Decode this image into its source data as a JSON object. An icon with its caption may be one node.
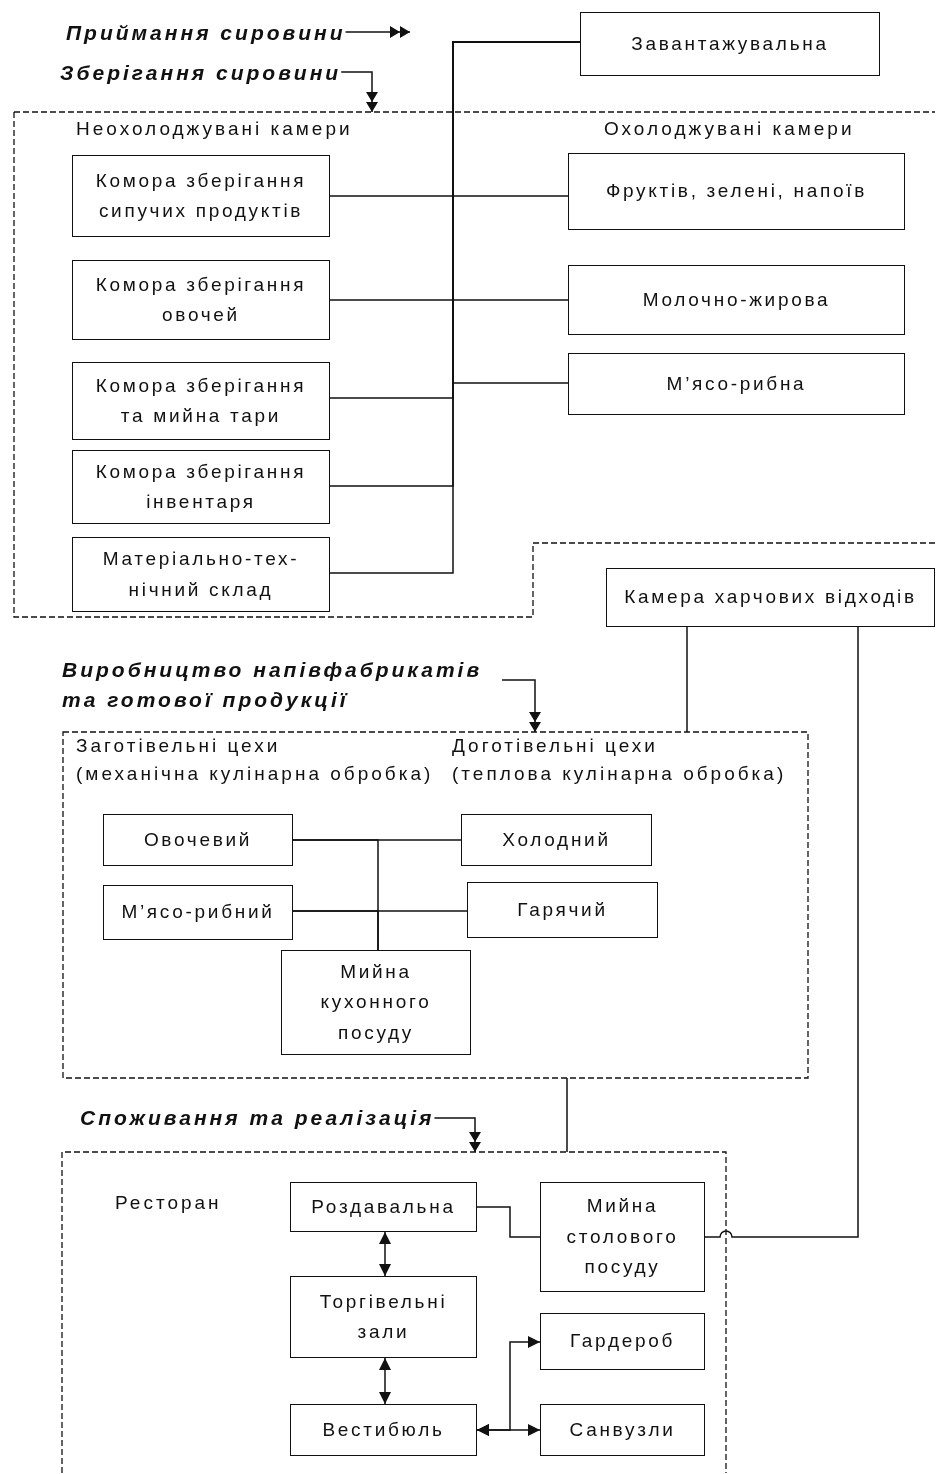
{
  "diagram": {
    "nodes": [
      {
        "text": [
          "Приймання сировини"
        ]
      },
      {
        "text": [
          "Зберігання сировини"
        ]
      },
      {
        "text": [
          "Неохолоджувані камери",
          "Охолоджувані камери"
        ]
      },
      {
        "text": [
          "Завантажувальна"
        ]
      },
      {
        "text": [
          "Комора зберігання сипучих продуктів"
        ],
        "in": 2
      },
      {
        "text": [
          "Комора зберігання овочей"
        ],
        "in": 2
      },
      {
        "text": [
          "Комора зберігання та мийна тари"
        ],
        "in": 2
      },
      {
        "text": [
          "Комора зберігання інвентаря"
        ],
        "in": 2
      },
      {
        "text": [
          "Матеріально-тех- нічний склад"
        ],
        "in": 2
      },
      {
        "text": [
          "Фруктів, зелені, напоїв"
        ],
        "in": 2
      },
      {
        "text": [
          "Молочно-жирова"
        ],
        "in": 2
      },
      {
        "text": [
          "М’ясо-рибна"
        ],
        "in": 2
      },
      {
        "text": [
          "Камера харчових відходів"
        ]
      },
      {
        "text": [
          "Виробництво напівфабрикатів та готової продукції"
        ]
      },
      {
        "text": [
          "Заготівельні цехи",
          "(механічна кулінарна обробка)",
          "Доготівельні цехи",
          "(теплова кулінарна обробка)"
        ]
      },
      {
        "text": [
          "Овочевий"
        ],
        "in": 14
      },
      {
        "text": [
          "М’ясо-рибний"
        ],
        "in": 14
      },
      {
        "text": [
          "Холодний"
        ],
        "in": 14
      },
      {
        "text": [
          "Гарячий"
        ],
        "in": 14
      },
      {
        "text": [
          "Мийна кухонного посуду"
        ],
        "in": 14
      },
      {
        "text": [
          "Споживання та реалізація"
        ]
      },
      {
        "text": [
          "Ресторан"
        ]
      },
      {
        "text": [
          "Роздавальна"
        ],
        "in": 21
      },
      {
        "text": [
          "Мийна столового посуду"
        ],
        "in": 21
      },
      {
        "text": [
          "Торгівельні зали"
        ],
        "in": 21
      },
      {
        "text": [
          "Гардероб"
        ],
        "in": 21
      },
      {
        "text": [
          "Вестибюль"
        ],
        "in": 21
      },
      {
        "text": [
          "Санвузли"
        ],
        "in": 21
      }
    ],
    "edges": [
      {
        "from": 0,
        "to": null,
        "arrow": "to"
      },
      {
        "from": 1,
        "to": 2,
        "arrow": "to"
      },
      {
        "from": 3,
        "to": 6,
        "arrow": "none"
      },
      {
        "from": 3,
        "to": 11,
        "arrow": "none"
      },
      {
        "from": 3,
        "to": 7,
        "arrow": "none"
      },
      {
        "from": 3,
        "to": 8,
        "arrow": "none"
      },
      {
        "from": 4,
        "to": 9,
        "arrow": "none"
      },
      {
        "from": 5,
        "to": 10,
        "arrow": "none"
      },
      {
        "from": 12,
        "to": 14,
        "arrow": "none"
      },
      {
        "from": 12,
        "to": 23,
        "arrow": "none"
      },
      {
        "from": 13,
        "to": 14,
        "arrow": "to"
      },
      {
        "from": 15,
        "to": 17,
        "arrow": "none"
      },
      {
        "from": 16,
        "to": 18,
        "arrow": "none"
      },
      {
        "from": 19,
        "to": 15,
        "arrow": "none"
      },
      {
        "from": 19,
        "to": 16,
        "arrow": "none"
      },
      {
        "from": 14,
        "to": 21,
        "arrow": "none"
      },
      {
        "from": 20,
        "to": 21,
        "arrow": "to"
      },
      {
        "from": 22,
        "to": 23,
        "arrow": "none"
      },
      {
        "from": 22,
        "to": 24,
        "arrow": "both"
      },
      {
        "from": 24,
        "to": 26,
        "arrow": "both"
      },
      {
        "from": 26,
        "to": 25,
        "arrow": "both"
      },
      {
        "from": 26,
        "to": 27,
        "arrow": "both"
      }
    ]
  }
}
